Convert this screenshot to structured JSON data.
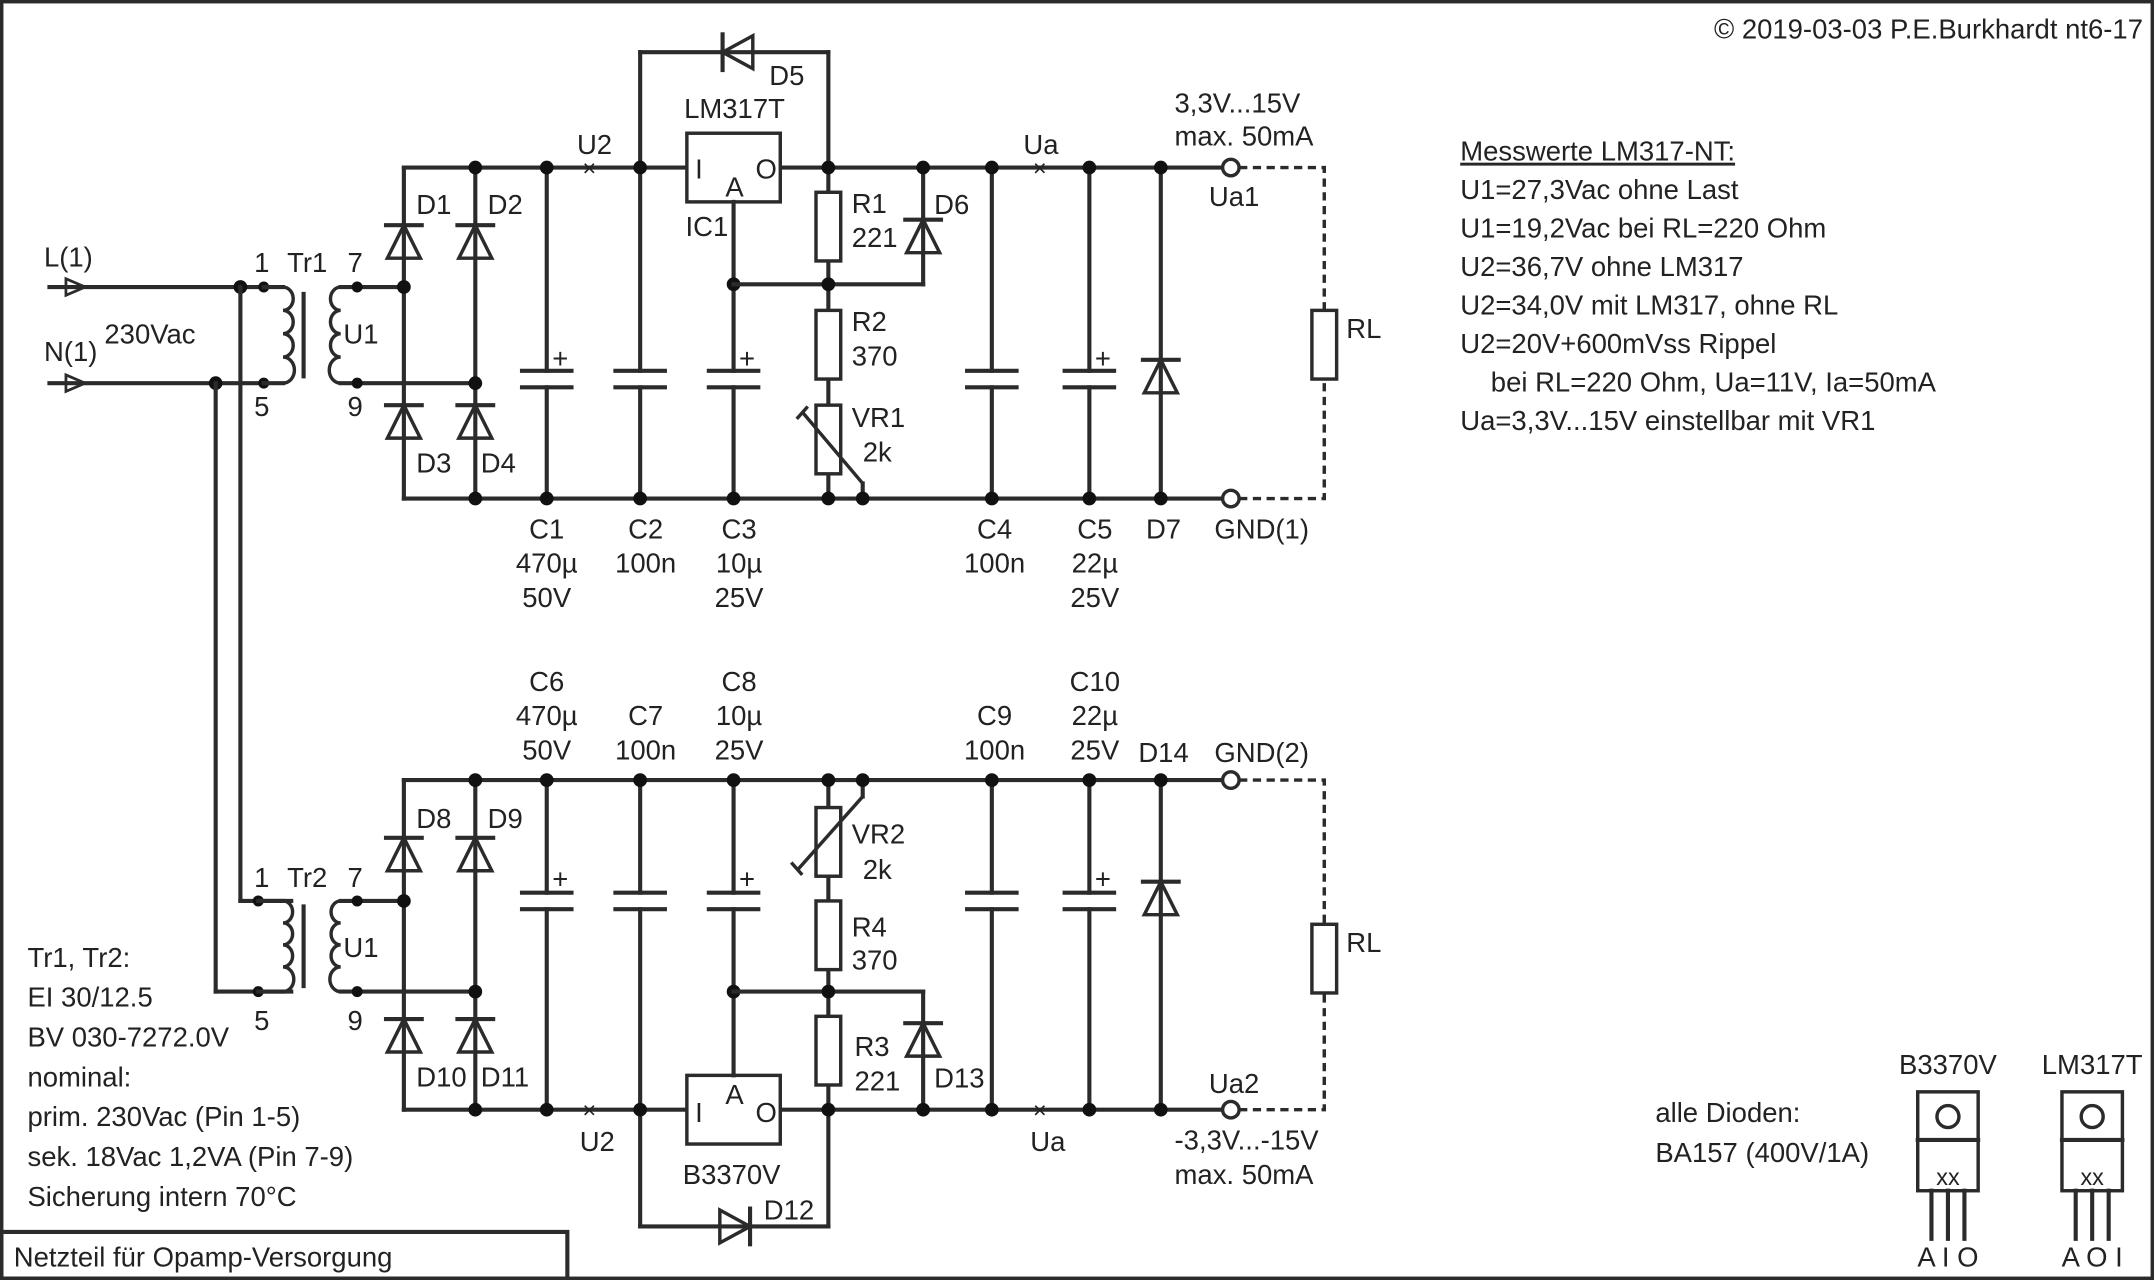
{
  "copyright": "© 2019-03-03 P.E.Burkhardt nt6-17",
  "title_box": "Netzteil für Opamp-Versorgung",
  "inputs": {
    "L": "L(1)",
    "N": "N(1)",
    "voltage": "230Vac"
  },
  "transformers": [
    {
      "name": "Tr1",
      "pin_a": "1",
      "pin_b": "5",
      "pin_c": "7",
      "pin_d": "9",
      "secondary": "U1"
    },
    {
      "name": "Tr2",
      "pin_a": "1",
      "pin_b": "5",
      "pin_c": "7",
      "pin_d": "9",
      "secondary": "U1"
    }
  ],
  "upper": {
    "diodes": [
      "D1",
      "D2",
      "D3",
      "D4",
      "D5",
      "D6",
      "D7"
    ],
    "node_u2": "U2",
    "node_ua": "Ua",
    "regulator": {
      "part": "LM317T",
      "ref": "IC1",
      "pin_i": "I",
      "pin_a": "A",
      "pin_o": "O"
    },
    "r1": {
      "ref": "R1",
      "value": "221"
    },
    "r2": {
      "ref": "R2",
      "value": "370"
    },
    "vr1": {
      "ref": "VR1",
      "value": "2k"
    },
    "caps": [
      {
        "ref": "C1",
        "value": "470µ",
        "rating": "50V"
      },
      {
        "ref": "C2",
        "value": "100n",
        "rating": ""
      },
      {
        "ref": "C3",
        "value": "10µ",
        "rating": "25V"
      },
      {
        "ref": "C4",
        "value": "100n",
        "rating": ""
      },
      {
        "ref": "C5",
        "value": "22µ",
        "rating": "25V"
      }
    ],
    "out_range": "3,3V...15V",
    "out_max": "max. 50mA",
    "out_terminal": "Ua1",
    "gnd_terminal": "GND(1)",
    "load": "RL"
  },
  "lower": {
    "diodes": [
      "D8",
      "D9",
      "D10",
      "D11",
      "D12",
      "D13",
      "D14"
    ],
    "node_u2": "U2",
    "node_ua": "Ua",
    "regulator": {
      "part": "B3370V",
      "pin_i": "I",
      "pin_a": "A",
      "pin_o": "O"
    },
    "r3": {
      "ref": "R3",
      "value": "221"
    },
    "r4": {
      "ref": "R4",
      "value": "370"
    },
    "vr2": {
      "ref": "VR2",
      "value": "2k"
    },
    "caps": [
      {
        "ref": "C6",
        "value": "470µ",
        "rating": "50V"
      },
      {
        "ref": "C7",
        "value": "100n",
        "rating": ""
      },
      {
        "ref": "C8",
        "value": "10µ",
        "rating": "25V"
      },
      {
        "ref": "C9",
        "value": "100n",
        "rating": ""
      },
      {
        "ref": "C10",
        "value": "22µ",
        "rating": "25V"
      }
    ],
    "out_range": "-3,3V...-15V",
    "out_max": "max. 50mA",
    "out_terminal": "Ua2",
    "gnd_terminal": "GND(2)",
    "load": "RL"
  },
  "measurements": {
    "heading": "Messwerte LM317-NT:",
    "lines": [
      "U1=27,3Vac ohne Last",
      "U1=19,2Vac bei RL=220 Ohm",
      "U2=36,7V ohne LM317",
      "U2=34,0V mit LM317, ohne RL",
      "U2=20V+600mVss Rippel",
      "    bei RL=220 Ohm, Ua=11V, Ia=50mA",
      "Ua=3,3V...15V einstellbar mit VR1"
    ]
  },
  "transformer_notes": [
    "Tr1, Tr2:",
    "EI 30/12.5",
    "BV 030-7272.0V",
    "nominal:",
    "prim. 230Vac (Pin 1-5)",
    "sek. 18Vac 1,2VA (Pin 7-9)",
    "Sicherung intern 70°C"
  ],
  "diode_note": [
    "alle Dioden:",
    "BA157 (400V/1A)"
  ],
  "packages": [
    {
      "name": "B3370V",
      "marking": "xx",
      "pins": "A I O"
    },
    {
      "name": "LM317T",
      "marking": "xx",
      "pins": "A O I"
    }
  ]
}
